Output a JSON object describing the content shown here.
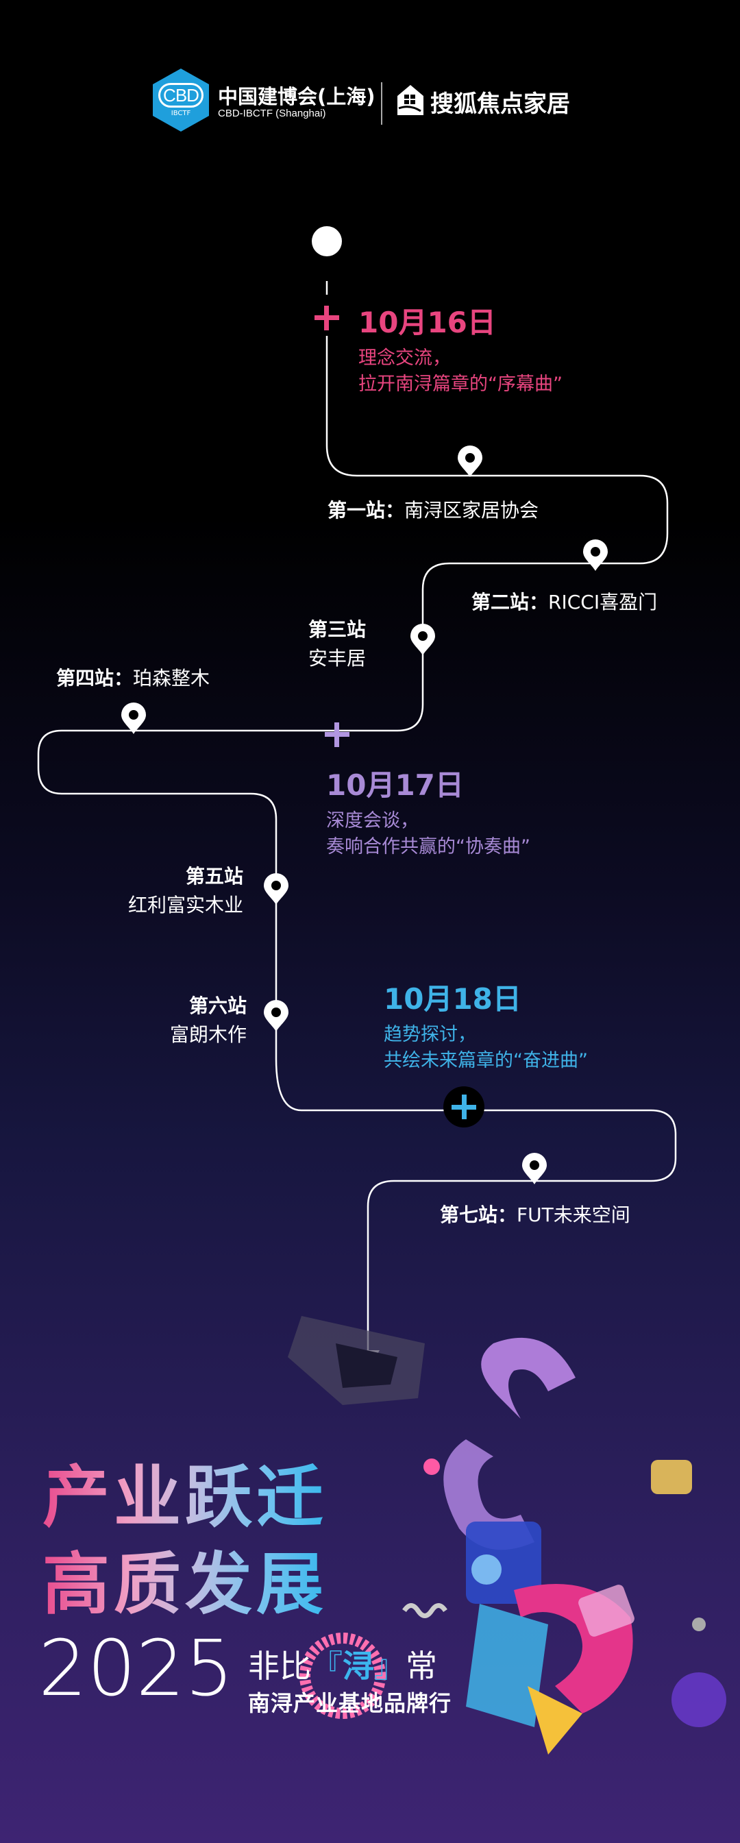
{
  "header": {
    "logo_cbd": "CBD",
    "logo_cbd_sub": "IBCTF",
    "expo_name_cn": "中国建博会(上海)",
    "expo_name_en": "CBD-IBCTF (Shanghai)",
    "partner_name": "搜狐焦点家居"
  },
  "timeline": {
    "days": [
      {
        "date": "10月16日",
        "line1": "理念交流，",
        "line2": "拉开南浔篇章的“序幕曲”",
        "color": "#e8457f"
      },
      {
        "date": "10月17日",
        "line1": "深度会谈，",
        "line2": "奏响合作共赢的“协奏曲”",
        "color": "#a88ad6"
      },
      {
        "date": "10月18日",
        "line1": "趋势探讨，",
        "line2": "共绘未来篇章的“奋进曲”",
        "color": "#3fb3e8"
      }
    ],
    "stops": [
      {
        "label": "第一站：",
        "name": "南浔区家居协会"
      },
      {
        "label": "第二站：",
        "name": "RICCI喜盈门"
      },
      {
        "label": "第三站",
        "name": "安丰居"
      },
      {
        "label": "第四站：",
        "name": "珀森整木"
      },
      {
        "label": "第五站",
        "name": "红利富实木业"
      },
      {
        "label": "第六站",
        "name": "富朗木作"
      },
      {
        "label": "第七站：",
        "name": "FUT未来空间"
      }
    ]
  },
  "footer": {
    "headline1": "产业跃迁",
    "headline2": "高质发展",
    "year": "2025",
    "slogan_a": "非比",
    "slogan_open": "『",
    "slogan_hl": "浔",
    "slogan_close": "』",
    "slogan_b": "常",
    "tour": "南浔产业基地品牌行"
  }
}
